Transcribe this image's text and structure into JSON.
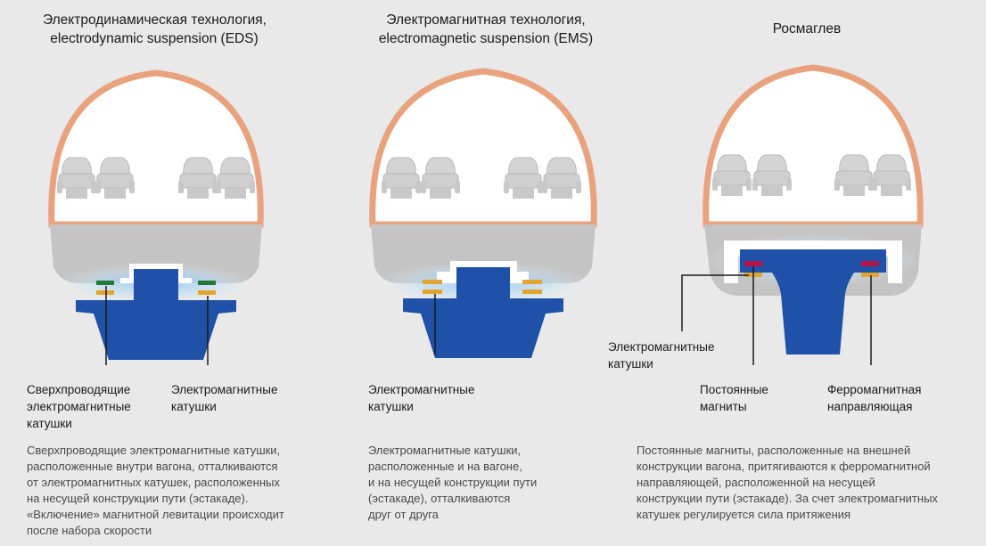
{
  "panels": [
    {
      "title_lines": [
        "Электродинамическая технология,",
        "electrodynamic suspension (EDS)"
      ],
      "labels": [
        {
          "lines": [
            "Сверхпроводящие",
            "электромагнитные",
            "катушки"
          ]
        },
        {
          "lines": [
            "Электромагнитные",
            "катушки"
          ]
        }
      ],
      "desc_lines": [
        "Сверхпроводящие электромагнитные катушки,",
        "расположенные внутри вагона, отталкиваются",
        "от электромагнитных катушек, расположенных",
        "на несущей конструкции пути (эстакаде).",
        "«Включение» магнитной левитации происходит",
        "после набора скорости"
      ]
    },
    {
      "title_lines": [
        "Электромагнитная технология,",
        "electromagnetic suspension (EMS)"
      ],
      "labels": [
        {
          "lines": [
            "Электромагнитные",
            "катушки"
          ]
        }
      ],
      "desc_lines": [
        "Электромагнитные катушки,",
        "расположенные и на вагоне,",
        "и на несущей конструкции пути",
        "(эстакаде), отталкиваются",
        "друг от друга"
      ]
    },
    {
      "title_lines": [
        "Росмаглев"
      ],
      "labels": [
        {
          "lines": [
            "Электромагнитные",
            "катушки"
          ]
        },
        {
          "lines": [
            "Постоянные",
            "магниты"
          ]
        },
        {
          "lines": [
            "Ферромагнитная",
            "направляющая"
          ]
        }
      ],
      "desc_lines": [
        "Постоянные магниты, расположенные на внешней",
        "конструкции вагона, притягиваются к ферромагнитной",
        "направляющей, расположенной на несущей",
        "конструкции пути (эстакаде). За счет электромагнитных",
        "катушек регулируется сила притяжения"
      ]
    }
  ],
  "colors": {
    "background": "#e9e9e9",
    "shell_outline": "#e9a27e",
    "cabin": "#ffffff",
    "floor": "#c4c4c4",
    "track": "#1f51a8",
    "glow": "#8fc6f0",
    "eds_coil_green": "#1f7a3a",
    "coil_orange": "#e2a532",
    "magnet_red": "#b3124a",
    "seat": "#d2d2d2"
  },
  "icons": {
    "seat": "seat-icon"
  }
}
